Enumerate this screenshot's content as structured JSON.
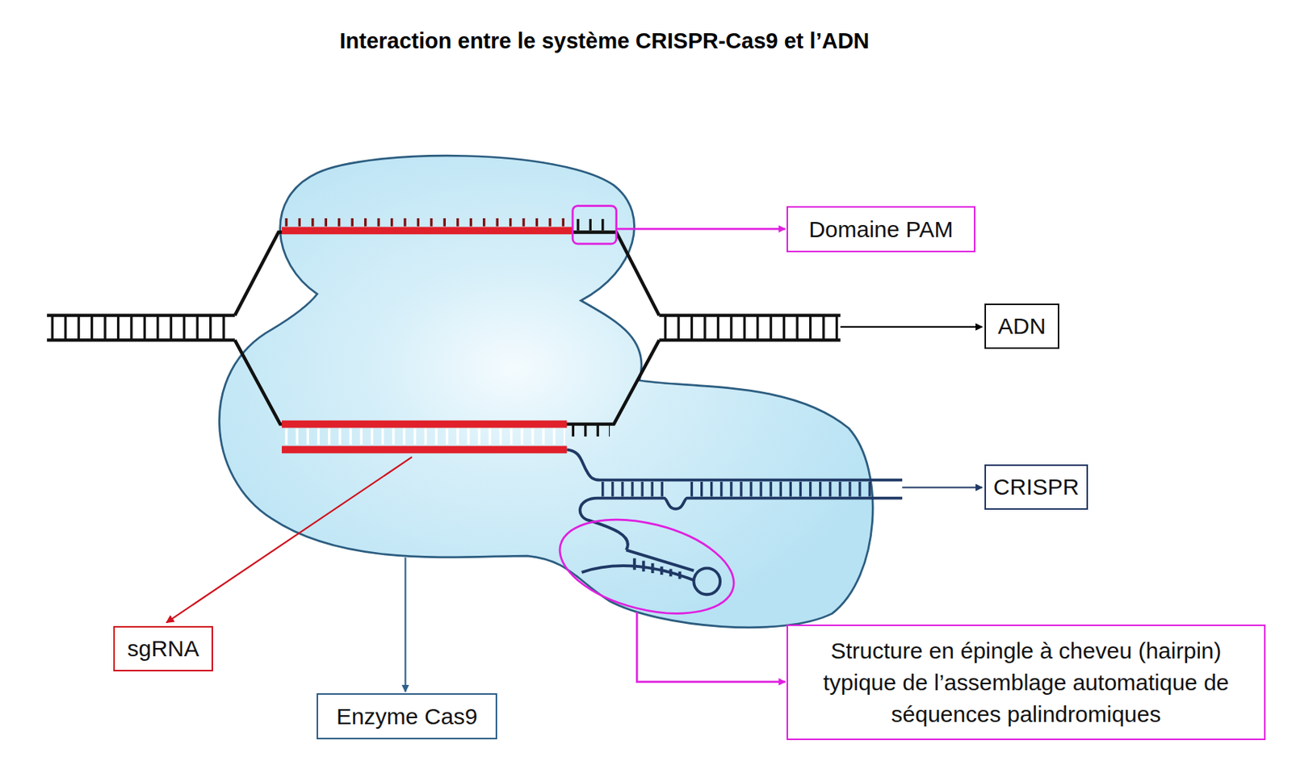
{
  "diagram": {
    "title": "Interaction entre le système CRISPR-Cas9 et l’ADN",
    "nodes": [
      {
        "text": [
          "Domaine PAM"
        ]
      },
      {
        "text": [
          "ADN"
        ]
      },
      {
        "text": [
          "CRISPR"
        ]
      },
      {
        "text": [
          "sgRNA"
        ]
      },
      {
        "text": [
          "Structure en épingle à cheveu (hairpin) typique de l’assemblage automatique de séquences palindromiques"
        ]
      },
      {
        "text": [
          "Enzyme Cas9"
        ]
      }
    ]
  }
}
